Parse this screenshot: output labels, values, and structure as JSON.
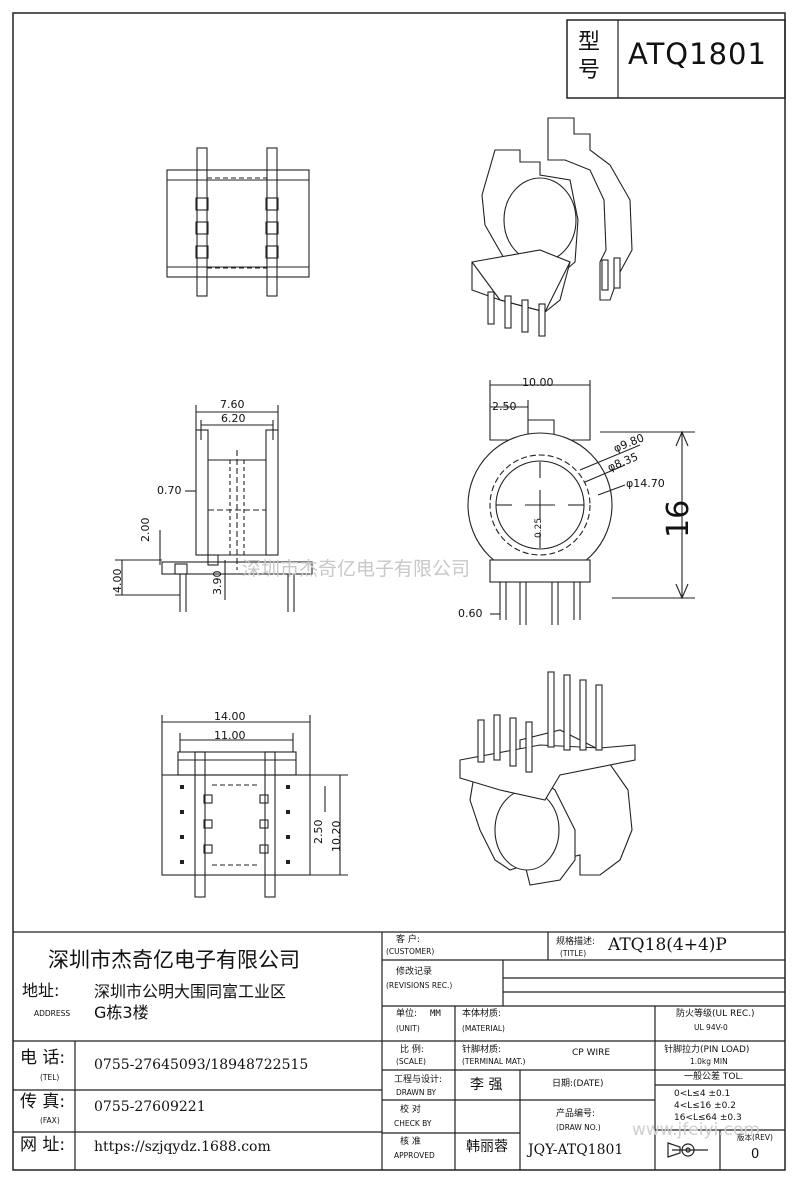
{
  "model_box": {
    "label_line1": "型",
    "label_line2": "号",
    "model": "ATQ1801"
  },
  "dimensions": {
    "d_760": "7.60",
    "d_620": "6.20",
    "d_070": "0.70",
    "d_200": "2.00",
    "d_400": "4.00",
    "d_390": "3.90",
    "d_1000": "10.00",
    "d_250a": "2.50",
    "d_980": "φ9.80",
    "d_835": "φ8.35",
    "d_1470": "φ14.70",
    "d_025": "0.25",
    "d_16": "16",
    "d_060": "0.60",
    "d_1400": "14.00",
    "d_1100": "11.00",
    "d_250b": "2.50",
    "d_1020": "10.20"
  },
  "watermark": {
    "text": "深圳市杰奇亿电子有限公司",
    "corner": "www.jfeiyi.com"
  },
  "company": {
    "name": "深圳市杰奇亿电子有限公司",
    "address_label": "地址:",
    "address_label_en": "ADDRESS",
    "address_line1": "深圳市公明大围同富工业区",
    "address_line2": "G栋3楼",
    "tel_label": "电 话:",
    "tel_label_en": "(TEL)",
    "tel": "0755-27645093/18948722515",
    "fax_label": "传 真:",
    "fax_label_en": "(FAX)",
    "fax": "0755-27609221",
    "web_label": "网 址:",
    "web": "https://szjqydz.1688.com"
  },
  "title_block": {
    "customer_cn": "客    户:",
    "customer_en": "(CUSTOMER)",
    "title_cn": "规格描述:",
    "title_en": "(TITLE)",
    "title_value": "ATQ18(4+4)P",
    "revisions_cn": "修改记录",
    "revisions_en": "(REVISIONS REC.)",
    "unit_cn": "单位:",
    "unit_value": "MM",
    "unit_en": "(UNIT)",
    "material_cn": "本体材质:",
    "material_en": "(MATERIAL)",
    "ul_cn": "防火等级(UL REC.)",
    "ul_value": "UL 94V-0",
    "scale_cn": "比  例:",
    "scale_en": "(SCALE)",
    "terminal_cn": "针脚材质:",
    "terminal_en": "(TERMINAL MAT.)",
    "terminal_value": "CP WIRE",
    "pinload_cn": "针脚拉力(PIN LOAD)",
    "pinload_value": "1.0kg MIN",
    "drawn_cn": "工程与设计:",
    "drawn_en": "DRAWN BY",
    "drawn_value": "李 强",
    "date_cn": "日期:(DATE)",
    "tol_title": "一般公差 TOL.",
    "tol_1": "0<L≤4  ±0.1",
    "tol_2": "4<L≤16 ±0.2",
    "tol_3": "16<L≤64 ±0.3",
    "check_cn": "校  对",
    "check_en": "CHECK BY",
    "partno_cn": "产品编号:",
    "partno_en": "(DRAW NO.)",
    "partno_value": "JQY-ATQ1801",
    "approved_cn": "核  准",
    "approved_en": "APPROVED",
    "approved_value": "韩丽蓉",
    "rev_cn": "版本(REV)",
    "rev_value": "0"
  }
}
